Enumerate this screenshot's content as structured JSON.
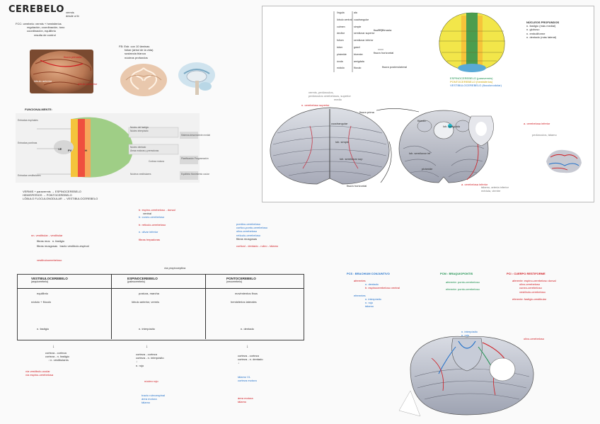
{
  "title": "CEREBELO",
  "top_left": {
    "side_note": [
      "vermis",
      "desde a tb"
    ],
    "notes": [
      "FCC: cerebelo: vermis + hemisferios",
      "regulación, coordinación, tono",
      "coordinación, equilibrio",
      "resulta de control"
    ],
    "photo1_labels": [
      "fisura primaria",
      "lóbulo anterior",
      "lóbulo posterior",
      "flóculo"
    ],
    "photo2_notes": [
      "FB: Estr. con 10 láminas",
      "foliae (árbol de la vida)",
      "sustancia blanca",
      "núcleos profundos"
    ],
    "func_title": "FUNCIONALMENTE:",
    "func_left": [
      "Entradas espinales",
      "Entradas pontinas",
      "Entradas vestibulares"
    ],
    "func_zones": [
      "VE",
      "PV",
      "H"
    ],
    "func_right": [
      "Núcleo del fastigio",
      "Núcleo interpósito",
      "Núcleo dentado",
      "Sistema descendente medial",
      "Sistema descendente lateral",
      "Áreas motoras y premotoras",
      "Planificación Programación",
      "Ejecución",
      "Núcleos vestibulares",
      "Equilibrio Movimiento ocular"
    ],
    "func_mid": [
      "Corteza motora",
      "Tronco encefálico"
    ],
    "equiv": [
      "VERMIS + paravermis → ESPINOCEREBELO",
      "HEMISFERIOS → PONTOCEREBELO",
      "LÓBULO FLOCULONODULAR → VESTIBULOCEREBELO"
    ]
  },
  "top_right": {
    "lobes": [
      "língula",
      "lóbulo central",
      "culmen",
      "declive",
      "folium",
      "túber",
      "pirámide",
      "úvula",
      "nódulo"
    ],
    "hemis": [
      "ala",
      "cuadrangular",
      "simple",
      "semilunar superior",
      "semilunar inferior",
      "grácil",
      "biventer",
      "amígdala",
      "flóculo"
    ],
    "labels": [
      "fisura primaria",
      "fisura horizontal",
      "fisura posterolateral"
    ],
    "nuclei_title": "NÚCLEOS PROFUNDOS",
    "nuclei": [
      "n. fastigio (más medial)",
      "n. globoso",
      "n. emboliforme",
      "n. dentado (más lateral)"
    ],
    "legend": [
      "ESPINOCEREBELO (paravermis)",
      "PONTOCEREBELO (hemisferios)",
      "VESTIBULOCEREBELO (floculonodular)"
    ],
    "annot_top": [
      "vermis, pedúnculos,",
      "pedúnculos cerebelosos, superior",
      "medio"
    ],
    "annot_red1": "n. cerebeloso superior",
    "annot_sup": [
      "fisura prima",
      "cuadrangular",
      "lob. simple",
      "lob. semilunar sup",
      "fisura horizontal"
    ],
    "annot_inf": [
      "lob. amígdala",
      "lob. semilunar inf",
      "flóculo",
      "a. cerebelosa inf",
      "pirámide",
      "vermis inf"
    ],
    "annot_right": [
      "a. cerebelosa inferior",
      "pedúnculos, tálamo"
    ],
    "annot_bottom": [
      "a. cerebelosa inferior",
      "tálamo, arteria inferior",
      "médula, vientre"
    ]
  },
  "middle": {
    "col1_notes": [
      "nn. vestibular - vestibular",
      "fibras mus",
      "fibras musgosas",
      "n. fastigio",
      "tracto vestíbulo-espinal"
    ],
    "col1_red": "vestibulocerebeloso",
    "col2_notes": [
      "tr. espino-cerebeloso - dorsal",
      "ventral",
      "tr. cuneo-cerebeloso",
      "tr. reticulo-cerebeloso",
      "n. olivar inferior",
      "fibras trepadoras"
    ],
    "col2_sub": "vía propioceptiva",
    "col3_notes": [
      "pontino-cerebeloso",
      "cortico-ponto-cerebeloso",
      "olivo-cerebeloso",
      "retículo-cerebeloso",
      "fibras musgosas",
      "cortical - dentado - rubro - tálamo"
    ],
    "table_headers": [
      "VESTIBULOCEREBELO",
      "ESPINOCEREBELO",
      "PONTOCEREBELO"
    ],
    "table_sub": [
      "(arquicerebelo)",
      "(paleocerebelo)",
      "(neocerebelo)"
    ],
    "row1": [
      "equilibrio",
      "postura, marcha",
      "movimientos finos"
    ],
    "row2": [
      "nódulo + flóculo",
      "lóbulo anterior, vermis",
      "hemisferios laterales"
    ],
    "row3": [
      "n. fastigio",
      "n. interpósito",
      "n. dentado"
    ],
    "bottom1": [
      "corteza - corteza",
      "corteza - n. fastigio",
      "n. vestibulares"
    ],
    "bottom2": [
      "corteza - corteza",
      "corteza - n. interpósito",
      "n. rojo",
      "tracto rubroespinal"
    ],
    "bottom3": [
      "corteza - corteza",
      "corteza - n. dentado",
      "tálamo VL",
      "corteza motora"
    ],
    "bottom_red": [
      "vía vestíbulo-ocular",
      "vía espino-cerebelosa",
      "núcleo rojo",
      "área motora",
      "tálamo"
    ]
  },
  "bottom_right": {
    "pcs_title": "PCS : BRACHIUM CONJUNTIVO",
    "pcm_title": "PCM : BRAQUIOPONTIS",
    "pci_title": "PCI : CUERPO RESTIFORME",
    "pcs_items": [
      "aferentes",
      "eferentes",
      "tr. espinocerebeloso ventral",
      "n. dentado",
      "n. interpósito",
      "n. rojo",
      "tálamo"
    ],
    "pcm_items": [
      "aferente: ponto-cerebeloso",
      "eferente: ponto-cerebeloso"
    ],
    "pci_items": [
      "aferente: espino-cerebeloso dorsal",
      "olivo-cerebeloso",
      "cuneo-cerebeloso",
      "vestíbulo-cerebeloso",
      "eferente: fastigio-vestibular"
    ]
  },
  "colors": {
    "red": "#d0191f",
    "blue": "#1f6fc9",
    "green": "#1a8f4c",
    "yellow": "#f2e64a"
  }
}
